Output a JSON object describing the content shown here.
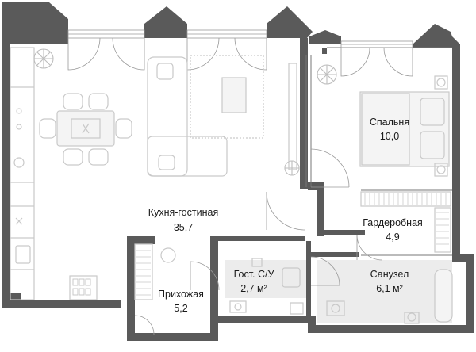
{
  "rooms": {
    "living": {
      "name": "Кухня-гостиная",
      "area": "35,7"
    },
    "bedroom": {
      "name": "Спальня",
      "area": "10,0"
    },
    "wardrobe": {
      "name": "Гардеробная",
      "area": "4,9"
    },
    "bath": {
      "name": "Санузел",
      "area": "6,1 м²"
    },
    "guest_wc": {
      "name": "Гост. С/У",
      "area": "2,7 м²"
    },
    "hall": {
      "name": "Прихожая",
      "area": "5,2"
    }
  },
  "colors": {
    "wall": "#5a5a5a",
    "furniture_stroke": "#c9c9c9",
    "tile": "#ececec",
    "text": "#1a1a1a"
  }
}
